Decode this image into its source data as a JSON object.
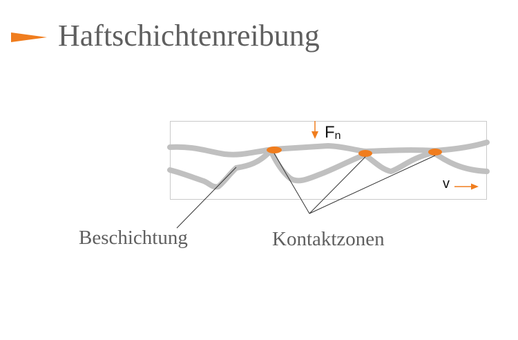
{
  "slide": {
    "title": "Haftschichtenreibung",
    "accent_color": "#f07d1e",
    "title_color": "#5f5f5f"
  },
  "diagram": {
    "force_symbol": "F",
    "force_subscript": "n",
    "velocity_symbol": "v",
    "label_coating": "Beschichtung",
    "label_contacts": "Kontaktzonen",
    "surface_color": "#c0c0c0",
    "contact_color": "#f07d1e"
  }
}
